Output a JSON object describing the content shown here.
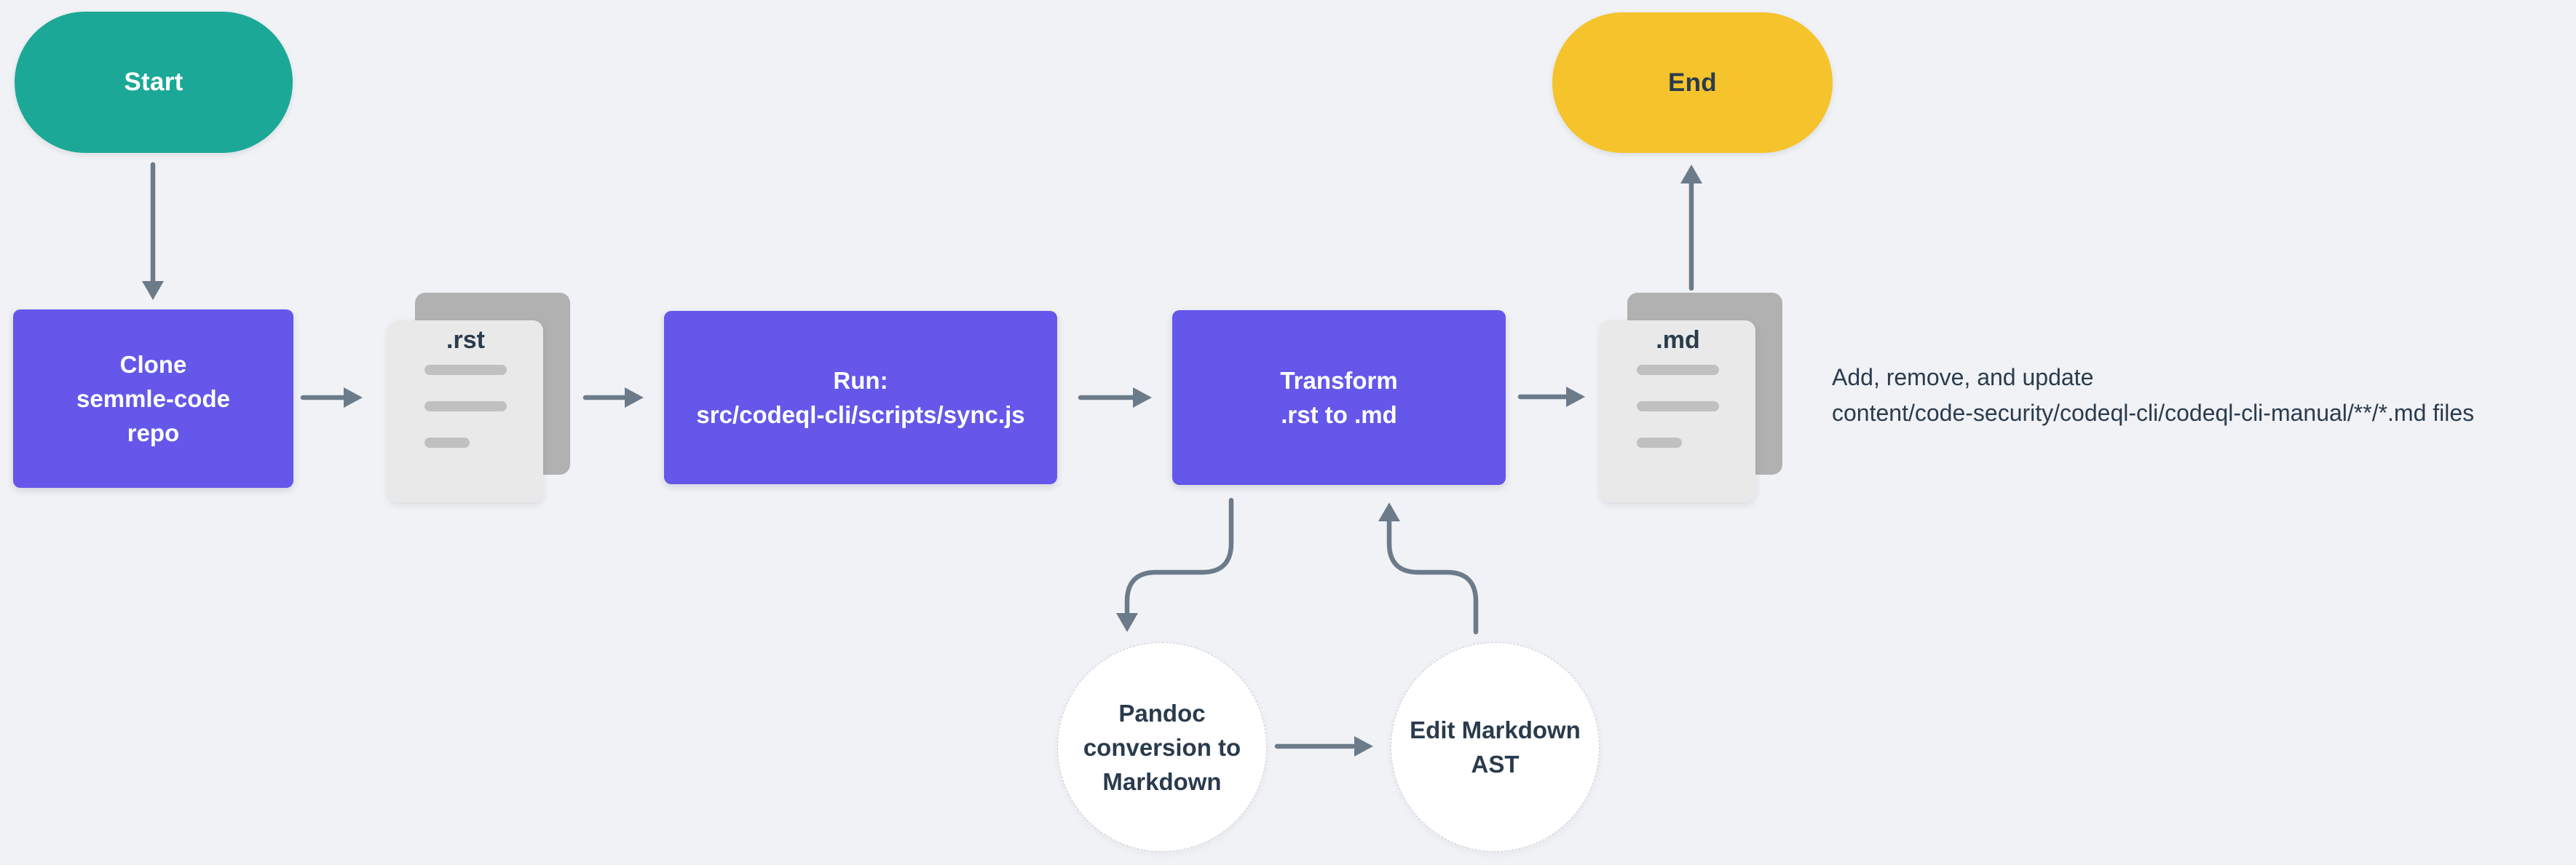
{
  "colors": {
    "bg": "#F0F2F5",
    "purple": "#6457E9",
    "teal": "#1BA896",
    "yellow": "#F5C32B",
    "arrow": "#6C7B8A",
    "ink": "#2A3B4D",
    "doc_back": "#B1B1B1",
    "doc_front": "#E9E9E9",
    "doc_bar": "#C0C0C0",
    "circle_fill": "#FFFFFF",
    "circle_border": "#C9CED4"
  },
  "nodes": {
    "start": {
      "label": "Start",
      "type": "terminator"
    },
    "clone": {
      "label": "Clone\nsemmle-code\nrepo",
      "type": "process"
    },
    "rst_doc": {
      "label": ".rst",
      "type": "document"
    },
    "run": {
      "label": "Run:\nsrc/codeql-cli/scripts/sync.js",
      "type": "process"
    },
    "transform": {
      "label": "Transform\n.rst to .md",
      "type": "process"
    },
    "pandoc": {
      "label": "Pandoc\nconversion to\nMarkdown",
      "type": "subprocess"
    },
    "edit_ast": {
      "label": "Edit Markdown\nAST",
      "type": "subprocess"
    },
    "md_doc": {
      "label": ".md",
      "type": "document"
    },
    "end": {
      "label": "End",
      "type": "terminator"
    }
  },
  "annotation": {
    "text": "Add, remove, and update\ncontent/code-security/codeql-cli/codeql-cli-manual/**/*.md files"
  },
  "edges": [
    {
      "from": "start",
      "to": "clone"
    },
    {
      "from": "clone",
      "to": "rst_doc"
    },
    {
      "from": "rst_doc",
      "to": "run"
    },
    {
      "from": "run",
      "to": "transform"
    },
    {
      "from": "transform",
      "to": "md_doc"
    },
    {
      "from": "md_doc",
      "to": "end"
    },
    {
      "from": "transform",
      "to": "pandoc"
    },
    {
      "from": "pandoc",
      "to": "edit_ast"
    },
    {
      "from": "edit_ast",
      "to": "transform"
    }
  ]
}
